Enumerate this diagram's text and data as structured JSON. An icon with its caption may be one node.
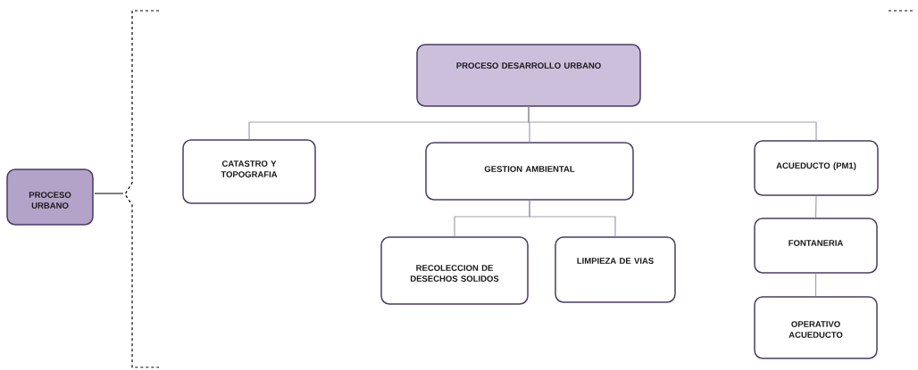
{
  "diagram": {
    "nodes": [
      {
        "text": [
          "PROCESO URBANO"
        ]
      },
      {
        "text": [
          "PROCESO DESARROLLO URBANO"
        ]
      },
      {
        "text": [
          "CATASTRO Y TOPOGRAFIA"
        ]
      },
      {
        "text": [
          "GESTION AMBIENTAL"
        ]
      },
      {
        "text": [
          "ACUEDUCTO (PM1)"
        ]
      },
      {
        "text": [
          "RECOLECCION DE DESECHOS SOLIDOS"
        ]
      },
      {
        "text": [
          "LIMPIEZA DE VIAS"
        ]
      },
      {
        "text": [
          "FONTANERIA"
        ]
      },
      {
        "text": [
          "OPERATIVO ACUEDUCTO"
        ]
      }
    ],
    "edges": [
      {
        "from": 1,
        "to": 2,
        "arrow": "none"
      },
      {
        "from": 1,
        "to": 3,
        "arrow": "none"
      },
      {
        "from": 1,
        "to": 4,
        "arrow": "none"
      },
      {
        "from": 3,
        "to": 5,
        "arrow": "none"
      },
      {
        "from": 3,
        "to": 6,
        "arrow": "none"
      },
      {
        "from": 4,
        "to": 7,
        "arrow": "none"
      },
      {
        "from": 7,
        "to": 8,
        "arrow": "none"
      }
    ]
  }
}
